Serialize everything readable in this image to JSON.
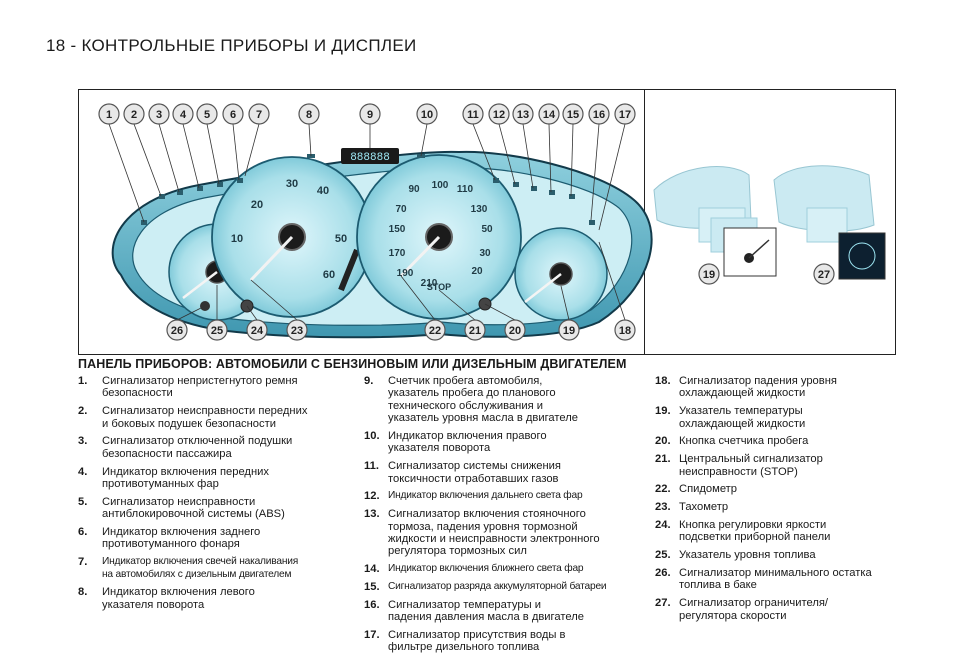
{
  "header": {
    "title": "18 - КОНТРОЛЬНЫЕ ПРИБОРЫ И ДИСПЛЕИ"
  },
  "figure": {
    "odometer": "888888",
    "speedo_ticks": [
      "20",
      "30",
      "40",
      "50",
      "60",
      "10"
    ],
    "tacho_ticks": [
      "90",
      "100",
      "110",
      "70",
      "130",
      "150",
      "50",
      "170",
      "30",
      "190",
      "20",
      "210",
      "STOP"
    ],
    "callouts_top": [
      "1",
      "2",
      "3",
      "4",
      "5",
      "6",
      "7",
      "8",
      "9",
      "10",
      "11",
      "12",
      "13",
      "14",
      "15",
      "16",
      "17"
    ],
    "callouts_bottom": [
      "26",
      "25",
      "24",
      "23",
      "22",
      "21",
      "20",
      "19",
      "18"
    ],
    "inset_callouts": [
      "19",
      "27"
    ]
  },
  "section": {
    "title": "ПАНЕЛЬ ПРИБОРОВ: АВТОМОБИЛИ С БЕНЗИНОВЫМ ИЛИ ДИЗЕЛЬНЫМ ДВИГАТЕЛЕМ"
  },
  "items": [
    {
      "num": "1.",
      "lines": [
        "Сигнализатор непристегнутого ремня",
        "безопасности"
      ]
    },
    {
      "num": "2.",
      "lines": [
        "Сигнализатор неисправности передних",
        "и боковых подушек безопасности"
      ]
    },
    {
      "num": "3.",
      "lines": [
        "Сигнализатор отключенной подушки",
        "безопасности пассажира"
      ]
    },
    {
      "num": "4.",
      "lines": [
        "Индикатор включения передних",
        "противотуманных фар"
      ]
    },
    {
      "num": "5.",
      "lines": [
        "Сигнализатор неисправности",
        "антиблокировочной системы (ABS)"
      ]
    },
    {
      "num": "6.",
      "lines": [
        "Индикатор включения заднего",
        "противотуманного фонаря"
      ]
    },
    {
      "num": "7.",
      "lines": [
        "Индикатор включения свечей накаливания",
        "на автомобилях с дизельным двигателем"
      ]
    },
    {
      "num": "8.",
      "lines": [
        "Индикатор включения левого",
        "указателя поворота"
      ]
    },
    {
      "num": "9.",
      "lines": [
        "Счетчик пробега автомобиля,",
        "указатель пробега до планового",
        "технического обслуживания и",
        "указатель уровня масла в двигателе"
      ]
    },
    {
      "num": "10.",
      "lines": [
        "Индикатор включения правого",
        "указателя поворота"
      ]
    },
    {
      "num": "11.",
      "lines": [
        "Сигнализатор системы снижения",
        "токсичности отработавших газов"
      ]
    },
    {
      "num": "12.",
      "lines": [
        "Индикатор включения дальнего света фар"
      ]
    },
    {
      "num": "13.",
      "lines": [
        "Сигнализатор включения стояночного",
        "тормоза, падения уровня тормозной",
        "жидкости и неисправности электронного",
        "регулятора тормозных сил"
      ]
    },
    {
      "num": "14.",
      "lines": [
        "Индикатор включения ближнего света фар"
      ]
    },
    {
      "num": "15.",
      "lines": [
        "Сигнализатор разряда аккумуляторной батареи"
      ]
    },
    {
      "num": "16.",
      "lines": [
        "Сигнализатор температуры и",
        "падения давления масла в двигателе"
      ]
    },
    {
      "num": "17.",
      "lines": [
        "Сигнализатор присутствия воды в",
        "фильтре дизельного топлива"
      ]
    },
    {
      "num": "18.",
      "lines": [
        "Сигнализатор падения уровня",
        "охлаждающей жидкости"
      ]
    },
    {
      "num": "19.",
      "lines": [
        "Указатель температуры",
        "охлаждающей жидкости"
      ]
    },
    {
      "num": "20.",
      "lines": [
        "Кнопка счетчика пробега"
      ]
    },
    {
      "num": "21.",
      "lines": [
        "Центральный сигнализатор",
        "неисправности (STOP)"
      ]
    },
    {
      "num": "22.",
      "lines": [
        "Спидометр"
      ]
    },
    {
      "num": "23.",
      "lines": [
        "Тахометр"
      ]
    },
    {
      "num": "24.",
      "lines": [
        "Кнопка регулировки яркости",
        "подсветки приборной панели"
      ]
    },
    {
      "num": "25.",
      "lines": [
        "Указатель уровня топлива"
      ]
    },
    {
      "num": "26.",
      "lines": [
        "Сигнализатор минимального остатка",
        "топлива в баке"
      ]
    },
    {
      "num": "27.",
      "lines": [
        "Сигнализатор ограничителя/",
        "регулятора скорости"
      ]
    }
  ]
}
